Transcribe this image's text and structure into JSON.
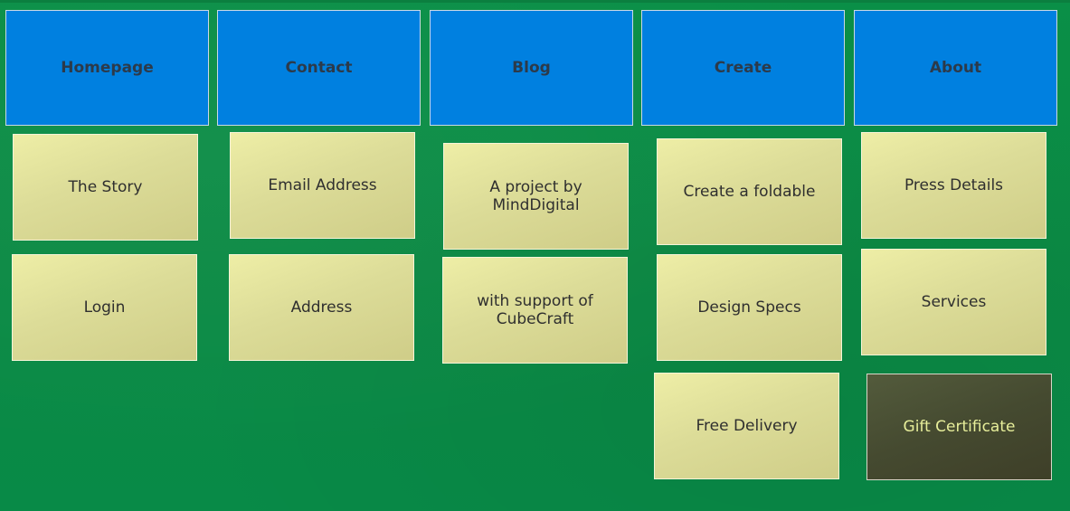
{
  "nav": [
    {
      "label": "Homepage"
    },
    {
      "label": "Contact"
    },
    {
      "label": "Blog"
    },
    {
      "label": "Create"
    },
    {
      "label": "About"
    }
  ],
  "notes": {
    "the_story": "The Story",
    "login": "Login",
    "email_address": "Email Address",
    "address": "Address",
    "project_by": "A project by MindDigital",
    "support_of": "with support of CubeCraft",
    "create_foldable": "Create a foldable",
    "design_specs": "Design Specs",
    "free_delivery": "Free Delivery",
    "press_details": "Press Details",
    "services": "Services",
    "gift_certificate": "Gift Certificate"
  },
  "colors": {
    "background": "#0b8a44",
    "nav_tile": "#0080e0",
    "sticky_note": "#dcdc98",
    "dark_note": "#454a30"
  }
}
